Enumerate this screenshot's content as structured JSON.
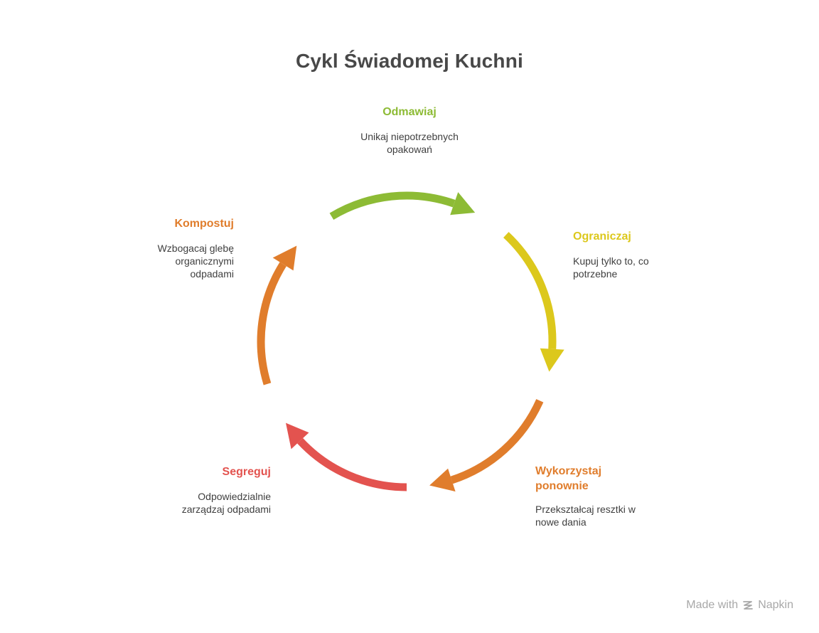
{
  "title": "Cykl Świadomej Kuchni",
  "steps": [
    {
      "title": "Odmawiaj",
      "desc_lines": [
        "Unikaj niepotrzebnych",
        "opakowań"
      ],
      "color": "#8dbb35"
    },
    {
      "title": "Ograniczaj",
      "desc_lines": [
        "Kupuj tylko to, co",
        "potrzebne"
      ],
      "color": "#dcc81c"
    },
    {
      "title_lines": [
        "Wykorzystaj",
        "ponownie"
      ],
      "desc_lines": [
        "Przekształcaj resztki w",
        "nowe dania"
      ],
      "color": "#e07d2c"
    },
    {
      "title": "Segreguj",
      "desc_lines": [
        "Odpowiedzialnie",
        "zarządzaj odpadami"
      ],
      "color": "#e3534f"
    },
    {
      "title": "Kompostuj",
      "desc_lines": [
        "Wzbogacaj glebę",
        "organicznymi",
        "odpadami"
      ],
      "color": "#e07d2c"
    }
  ],
  "footer": {
    "made_with": "Made with",
    "brand": "Napkin"
  }
}
